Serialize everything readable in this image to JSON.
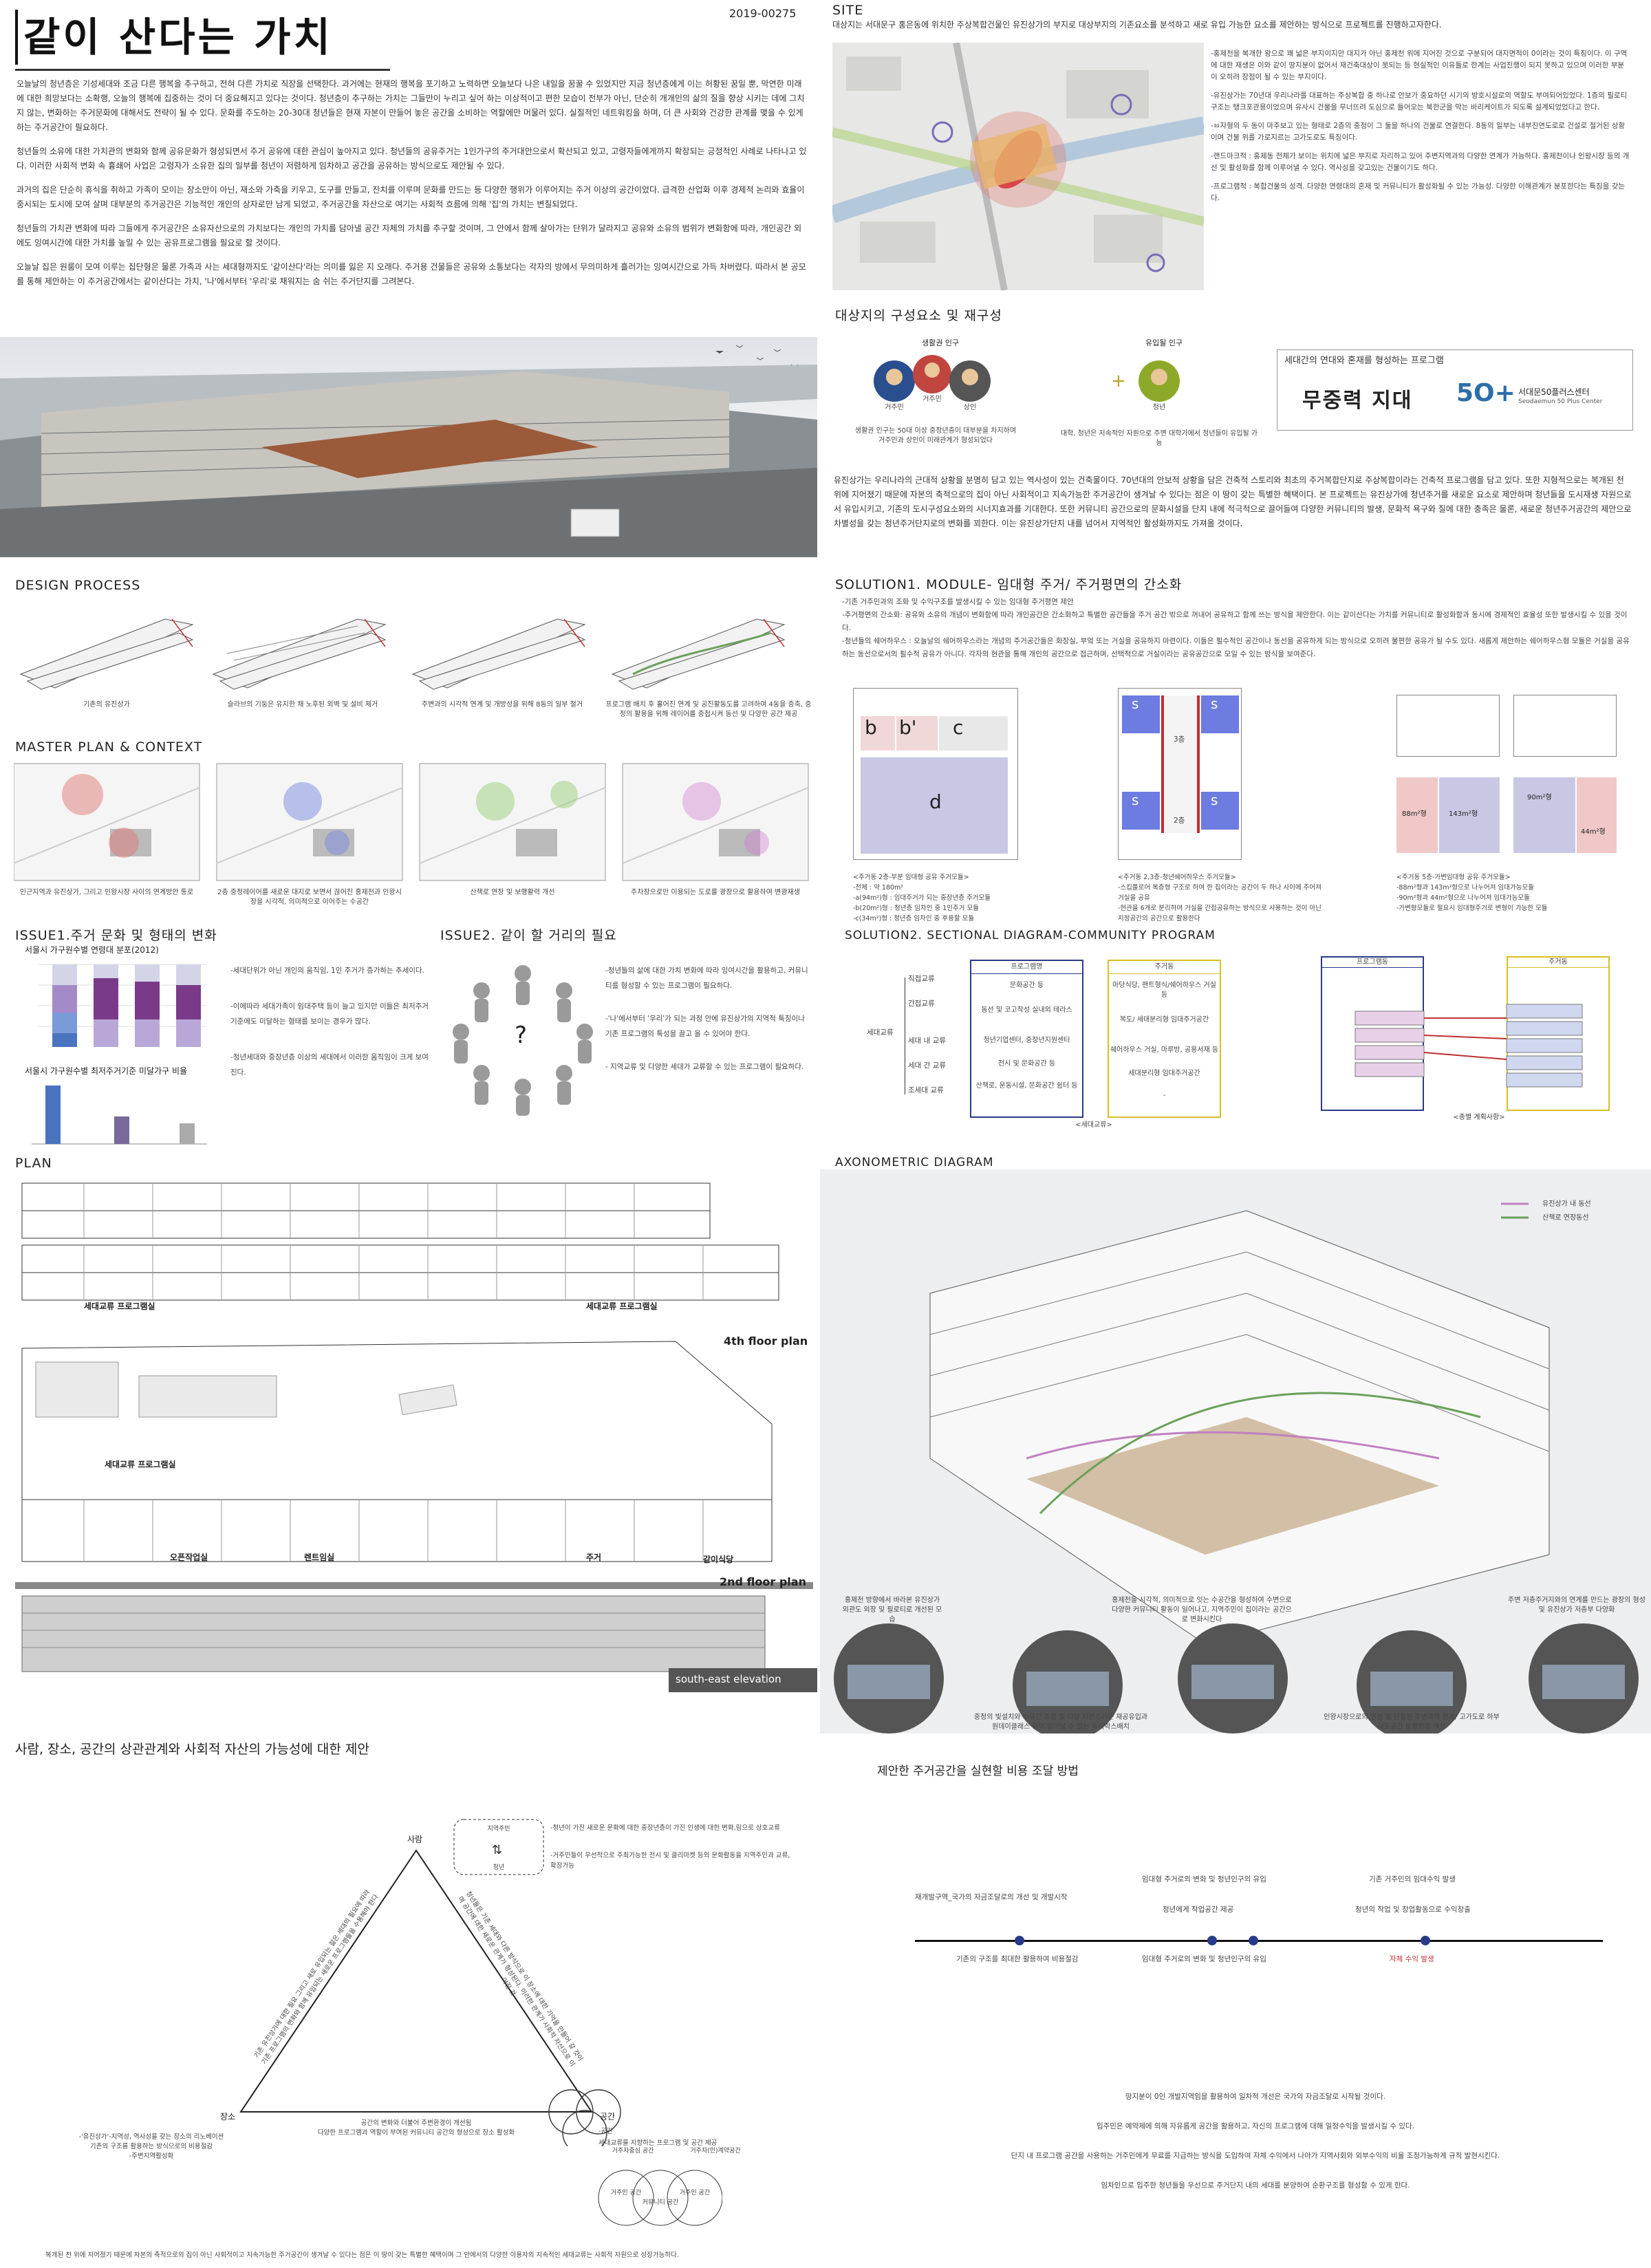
{
  "header": {
    "title": "같이 산다는 가치",
    "id": "2019-00275"
  },
  "intro": {
    "paragraphs": [
      "오늘날의 청년층은 기성세대와 조금 다른 행복을 추구하고, 전혀 다른 가치로 직장을 선택한다. 과거에는 현재의 행복을 포기하고 노력하면 오늘보다 나은 내일을 꿈꿀 수 있었지만 지금 청년층에게 이는 허황된 꿈일 뿐, 막연한 미래에 대한 희망보다는 소확행, 오늘의 행복에 집중하는 것이 더 중요해지고 있다는 것이다. 청년층이 추구하는 가치는 그들만이 누리고 싶어 하는 이상적이고 편한 모습이 전부가 아닌, 단순히 개개인의 삶의 질을 향상 시키는 데에 그치지 않는, 변화하는 주거문화에 대해서도 전략이 될 수 있다. 문화를 주도하는 20-30대 청년들은 현재 자본이 만들어 놓은 공간을 소비하는 역할에만 머물러 있다. 실질적인 네트워킹을 하며, 더 큰 사회와 건강한 관계를 맺을 수 있게 하는 주거공간이 필요하다.",
      "청년들의 소유에 대한 가치관의 변화와 함께 공유문화가 형성되면서 주거 공유에 대한 관심이 높아지고 있다. 청년들의 공유주거는 1인가구의 주거대안으로서 확산되고 있고, 고령자들에게까지 확장되는 긍정적인 사례로 나타나고 있다. 이러한 사회적 변화 속 흉쇄어 사업은 고령자가 소유한 집의 일부를 청년이 저렴하게 임차하고 공간을 공유하는 방식으로도 제안될 수 있다.",
      "과거의 집은 단순히 휴식을 취하고 가족이 모이는 장소만이 아닌, 재소와 가축을 키우고, 도구를 만들고, 잔치를 이루며 문화를 만드는 등 다양한 행위가 이루어지는 주거 이상의 공간이었다. 급격한 산업화 이후 경제적 논리와 효율이 중시되는 도시에 모여 살며 대부분의 주거공간은 기능적인 개인의 상자로만 남게 되었고, 주거공간을 자산으로 여기는 사회적 흐름에 의해 '집'의 가치는 변질되었다.",
      "청년들의 가치관 변화에 따라 그들에게 주거공간은 소유자산으로의 가치보다는 개인의 가치를 담아낼 공간 자체의 가치를 추구할 것이며, 그 안에서 함께 살아가는 단위가 달라지고 공유와 소유의 범위가 변화함에 따라, 개인공간 외에도 잉여시간에 대한 가치를 높일 수 있는 공유프로그램을 필요로 할 것이다.",
      "오늘날 집은 원룸이 모여 이루는 집단형은 물론 가족과 사는 세대형까지도 '같이산다'라는 의미를 잃은 지 오래다. 주거용 건물들은 공유와 소통보다는 각자의 방에서 무의미하게 흘러가는 잉여시간으로 가득 차버렸다. 따라서 본 공모를 통해 제안하는 이 주거공간에서는 같이산다는 가치, '나'에서부터 '우리'로 채워지는 숨 쉬는 주거단지를 그려본다."
    ]
  },
  "site": {
    "heading": "SITE",
    "intro": "대상지는 서대문구 홍은동에 위치한 주상복합건물인 유진상가의 부지로 대상부지의 기존요소를 분석하고 새로 유입 가능한 요소를 제안하는 방식으로 프로젝트를 진행하고자한다.",
    "notes": [
      "-홍제천을 복개한 왕으로 꽤 넓은 부지이지만 대지가 아닌 홍제천 위에 지어진 것으로 구분되어 대지면적이 0이라는 것이 특징이다. 이 구역에 대한 재생은 이와 같이 땅지분이 없어서 재건축대상이 못되는 등 현실적인 이유들로 한계는 사업진행이 되지 못하고 있으며 이러한 부분이 오히려 장점이 될 수 있는 부지이다.",
      "-유진상가는 70년대 우리나라를 대표하는 주상복합 중 하나로 안보가 중요하던 시기의 방호시설로의 역할도 부여되어있었다. 1층의 필로티구조는 탱크포관용이었으며 유사시 건물을 무너뜨려 도심으로 들어오는 북한군을 막는 바리케이트가 되도록 설계되었었다고 한다.",
      "-ㅂ자형의 두 동이 마주보고 있는 형태로 2층의 중정이 그 둘을 하나의 건물로 연결한다. 8동의 일부는 내부진연도로로 건설로 절거된 상황이며 건물 위를 가로지르는 고가도로도 특징이다.",
      "-랜드마크적 : 홍제동 전체가 보이는 위치에 넓은 부지로 자리하고 있어 주변지역과의 다양한 연계가 가능하다. 홍제천이나 인왕시장 등의 개선 및 활성화를 함께 이루어낼 수 있다. 역사성을 갖고있는 건물이기도 하다.",
      "-프로그램적 : 복합건물의 성격. 다양한 연령대의 혼재 및 커뮤니티가 활성화될 수 있는 가능성. 다양한 이해관계가 분포한다는 특징을 갖는다."
    ]
  },
  "composition": {
    "heading": "대상지의 구성요소 및 재구성",
    "group1_label": "생활권 인구",
    "group2_label": "유입될 인구",
    "persons": [
      "거주민",
      "거주민",
      "상인",
      "청년"
    ],
    "group1_caption": "생활권 인구는 50대 이상 중장년층이 대부분을 차지하며 거주민과 상인이 미래관계가 형성되었다",
    "group2_caption": "대학, 청년은 지속적인 자원으로 주변 대학가에서 청년들이 유입될 가능",
    "plus": "+",
    "program_title": "세대간의 연대와 혼재를 형성하는 프로그램",
    "logo1": "무중력 지대",
    "logo2": "5O+",
    "logo2_text": "서대문50플러스센터",
    "logo2_sub": "Seodaemun 50 Plus Center",
    "paragraph": "유진상가는 우리나라의 근대적 상황을 분명히 담고 있는 역사성이 있는 건축물이다. 70년대의 안보적 상황을 담은 건축적 스토리와 최초의 주거복합단지로 주상복합이라는 건축적 프로그램을 담고 있다. 또한 지형적으로는 복개된 천 위에 지어졌기 때문에 자본의 축적으로의 집이 아닌 사회적이고 지속가능한 주거공간이 생겨날 수 있다는 점은 이 땅이 갖는 특별한 혜택이다. 본 프로젝트는 유진상가에 청년주거를 새로운 요소로 제안하며 청년들을 도시재생 자원으로서 유입시키고, 기존의 도시구성요소와의 시너지효과를 기대한다. 또한 커뮤니티 공간으로의 문화시설을 단지 내에 적극적으로 끌어들여 다양한 커뮤니티의 발생, 문화적 욕구와 질에 대한 충족은 물론, 새로운 청년주거공간의 제안으로 차별성을 갖는 청년주거단지로의 변화를 꾀한다. 이는 유진상가단지 내를 넘어서 지역적인 활성화까지도 가져올 것이다."
  },
  "design_process": {
    "heading": "DESIGN PROCESS",
    "steps": [
      "기존의 유진상가",
      "슬라브의 기둥은 유지한 채 노후된 외벽 및 설비 제거",
      "주변과의 시각적 연계 및 개방성을 위해 8동의 일부 철거",
      "프로그램 배치 후 홀어진 연계 및 공진활동도를 고려하여 4동을 증축, 중정의 활용을 위해 레이어를 증첩시켜 동선 및 다양한 공간 제공"
    ]
  },
  "master_plan": {
    "heading": "MASTER PLAN & CONTEXT",
    "captions": [
      "인근지역과 유진상가, 그리고 인왕시장 사이의 연계방안 통로",
      "2층 중정레이어를 새로운 대지로 보면서 끊어진 홍제천과 인왕시장을 시각적, 의미적으로 이어주는 수공간",
      "산책로 연장 및 보행활력 개선",
      "주차장으로만 이용되는 도로를 광장으로 활용하여 변광재생"
    ]
  },
  "issue1": {
    "heading": "ISSUE1.주거 문화 및 형태의 변화",
    "chart1_title": "서울시 가구원수별 연령대 분포(2012)",
    "chart2_title": "서울시 가구원수별 최저주거기준 미달가구 비율",
    "notes": [
      "-세대단위가 아닌 개인의 움직임, 1인 주거가 증가하는 추세이다.",
      "-이에따라 세대가족이 임대주택 등이 늘고 있지만 이들은 최저주거기준에도 미달하는 형태를 보이는 경우가 많다.",
      "-청년세대와 중장년층 이상의 세대에서 이러한 움직임이 크게 보여진다."
    ]
  },
  "issue2": {
    "heading": "ISSUE2. 같이 할 거리의 필요",
    "notes": [
      "-청년들의 삶에 대한 가치 변화에 따라 잉여시간을 활용하고, 커뮤니티를 형성할 수 있는 프로그램이 필요하다.",
      "-'나'에서부터 '우리'가 되는 과정 안에 유진상가의 지역적 특징이나 기존 프로그램의 특성을 끌고 올 수 있어야 한다.",
      "- 지역교류 및 다양한 세대가 교류할 수 있는 프로그램이 필요하다."
    ],
    "question": "?"
  },
  "solution1": {
    "heading": "SOLUTION1. MODULE- 임대형 주거/ 주거평면의 간소화",
    "notes": "-기존 거주민과의 조화 및 수익구조를 발생시킬 수 있는 임대형 주거평면 제안\n-주거평면의 간소화: 공유와 소유의 개념이 변화함에 따라 개인공간은 간소화하고 특별한 공간들을 주거 공간 밖으로 꺼내어 공유하고 함께 쓰는 방식을 제안한다. 이는 같이산다는 가치를 커뮤니티로 활성화함과 동시에 경제적인 효율성 또한 발생시킬 수 있을 것이다.\n-청년들의 쉐어하우스 : 오늘날의 쉐어하우스라는 개념의 주거공간들은 화장실, 부엌 또는 거실을 공유하지 마련이다. 이들은 필수적인 공간이나 동선을 공유하게 되는 방식으로 오히려 불편한 공유가 될 수도 있다. 새롭게 제안하는 쉐어하우스형 모듈은 거실을 공유하는 동선으로서의 필수적 공유가 아니다. 각자의 현관을 통해 개인의 공간으로 접근하며, 선택적으로 거실이라는 공유공간으로 모일 수 있는 방식을 보여준다.",
    "module_labels": [
      "b",
      "b'",
      "c",
      "d",
      "s",
      "s",
      "s",
      "s"
    ],
    "captions": [
      "<주거동 2층-부분 임대형 공유 주거모듈>\n-전체 : 약 180m²\n-a(94m²)형 : 임대주거가 되는 중장년층 주거모듈\n-b(20m²)형 : 청년층 임차인 중 1인주거 모듈\n-c(34m²)형 : 청년층 임차인 중 후용할 모듈",
      "<주거동 2,3층-청년쉐어하우스 주거모듈>\n-스킵플로어 복층형 구조로 하여 한 집이라는 공간이 두 하나 사이에 주어져 거실을 공유\n-현관을 6개로 분리하여 거실을 간접공유하는 방식으로 사용하는 것이 아닌 지정공간의 공간으로 활용한다",
      "<주거동 5층-가변임대형 공유 주거모듈>\n-88m²형과 143m²형으로 나누어져 임대가능모듈\n-90m²형과 44m²형으로 나누어져 임대가능모듈\n-가변형모듈로 필요시 임대형주거로 변형이 가능한 모듈"
    ],
    "floor_labels": [
      "3층",
      "2층"
    ],
    "room_labels": [
      "88m²형",
      "143m²형",
      "90m²형",
      "44m²형"
    ]
  },
  "solution2": {
    "heading": "SOLUTION2. SECTIONAL DIAGRAM-COMMUNITY PROGRAM",
    "tree_root": "세대교류",
    "tree_nodes": [
      "직접교류",
      "간접교류",
      "세대 내 교류",
      "세대 간 교류",
      "조세대 교류"
    ],
    "col1_title": "프로그램명",
    "col1_items": [
      "문화공간 등",
      "동선 및 코고착성 실내외 테라스",
      "청년기업센터, 중장년지원센터",
      "전시 및 문화공간 등",
      "산책로, 운동시설, 문화공간 쉼터 등"
    ],
    "col2_title": "주거동",
    "col2_items": [
      "마당식당, 팬트형식/쉐어하우스 거실 등",
      "복도/ 세대분리형 임대주거공간",
      "쉐어하우스 거실, 마루방, 공용서재 등",
      "세대분리형 임대주거공간",
      "-"
    ],
    "caption1": "<세대교류>",
    "col3_title": "프로그램동",
    "col4_title": "주거동",
    "caption2": "<종별 계획사항>"
  },
  "plan": {
    "heading": "PLAN",
    "label_4th_a": "세대교류 프로그램실",
    "label_4th_b": "세대교류 프로그램실",
    "label_4th": "4th floor plan",
    "label_2nd_a": "세대교류 프로그램실",
    "label_2nd_b": "오픈작업실",
    "label_2nd_c": "렌트임실",
    "label_2nd_d": "주거",
    "label_2nd_e": "같이식당",
    "label_2nd": "2nd floor plan",
    "label_elev": "south-east elevation"
  },
  "axon": {
    "heading": "AXONOMETRIC DIAGRAM",
    "legend": [
      "유진상가 내 동선",
      "산책로 연장동선"
    ],
    "legend_colors": [
      "#c080c0",
      "#6aa05a"
    ],
    "captions": [
      "홍제천 방향에서 바라본 유진상가 외관도 외장 및 필로티로 개선된 모습",
      "홍제천을 시각적, 의미적으로 잇는 수공간을 형성하여 수변으로 다양한 커뮤니티 활동이 일어나고, 지역주민이 집이라는 공간으로 변화시킨다",
      "주변 저층주거지와의 연계를 만드는 광장의 형성 및 유진상가 저층부 다양화",
      "중정의 빛설치와 수공간 조성 및 다양 지연스러운 재공유입과 원데이클래스 등이 일어날 수 있는 유리박스배치",
      "인왕시장으로의 연결 및 단절된 주변과의 연계/ 고가도로 하부 보도공간 보행환경 개선"
    ]
  },
  "relations": {
    "heading": "사람, 장소, 공간의 상관관계와 사회적 자산의 가능성에 대한 제안",
    "vertex_top": "사람",
    "vertex_left": "장소",
    "vertex_right": "공간",
    "icon_label_top": "지역주민",
    "icon_label_bottom": "청년",
    "notes_top": [
      "-청년이 가진 새로운 문화에 대한 중장년층이 가진 인생에 대한 변화,림으로 상호교류",
      "-거주민들이 우선적으로 주최가능한 전시 및 클리마켓 등의 문화활동을 지역주민과 교류, 확장가능"
    ],
    "left_side": "기존 유진상가에 대한 필요 그리고 새로 유입되는 젊은 세대의 필요에 따라 기존 프로그램의 변화와 함께 유입되는 새로운 프로그램들을 수용해야 한다",
    "right_side": "청년들은 기존 세대와 다른 방식으로 이 장소에 대한 기억을 만들어 갈 것이며 공간에 대한 새로운 관계가 형성된다. 이러한 관계가 사회적 자산으로 이어질 것",
    "bottom_side": "공간의 변화와 더불어 주변환경이 개선됨\n다양한 프로그램과 역할이 부여된 커뮤니티 공간의 형성으로 장소 활성화",
    "left_note": "-'유진상가'-지역성, 역사성을 갖는 장소의 리노베이션\n기존의 구조를 활용하는 방식으로의 비용절감\n-주변지역활성화",
    "right_note": "-공간\n세대교류를 지향하는 프로그램 및 공간 제공",
    "venn": [
      "거주민 공간",
      "커뮤니티 공간",
      "거주민 공간"
    ],
    "venn_top": "거주자중심 공간",
    "venn_top2": "거주자(민)계약공간",
    "footer": "복개된 천 위에 지어졌기 때문에 자본의 축적으로의 집이 아닌 사회적이고 지속가능한 주거공간이 생겨날 수 있다는 점은 이 땅이 갖는 특별한 혜택이며 그 안에서의 다양한 이용자의 지속적인 세대교류는 사회적 자원으로 성장가능하다."
  },
  "finance": {
    "heading": "제안한 주거공간을 실현할 비용 조달 방법",
    "top_labels": [
      "재개발구역_국가의 자금조달로의 개선 및 개발시작",
      "임대형 주거로의 변화 및 청년인구의 유입",
      "기존 거주민의 임대수익 발생"
    ],
    "mid_labels": [
      "청년에게 작업공간 제공",
      "청년의 작업 및 창업활동으로 수익창출"
    ],
    "bottom_labels": [
      "기존의 구조를 최대한 활용하여 비용절감",
      "임대형 주거로의 변화 및 청년인구의 유입",
      "자체 수익 발생"
    ],
    "accent": "#c03030",
    "paragraphs": [
      "땅지분이 0인 개발지역임을 활용하여 일차적 개선은 국가의 자금조달로 시작될 것이다.",
      "입주민은 예약제에 의해 자유롭게 공간을 활용하고, 자신의 프로그램에 대해 일정수익을 발생시킬 수 있다.",
      "단지 내 프로그램 공간을 사용하는 거주민에게 무료를 지급하는 방식을 도입하여 자체 수익에서 나아가 지역사회와 외부수익의 비율 조정가능하게 규칙 발현시킨다.",
      "임차인으로 입주한 청년들을 우선으로 주거단지 내의 세대를 분양하여 순환구조를 형성할 수 있게 한다."
    ]
  }
}
